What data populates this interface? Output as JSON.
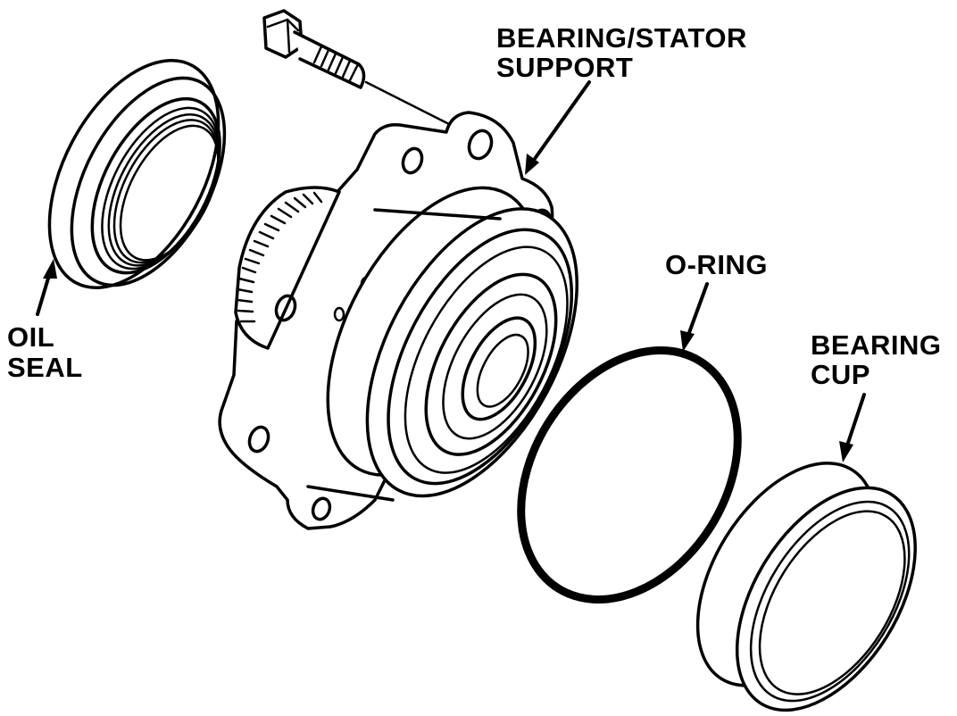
{
  "labels": {
    "oil_seal": [
      "OIL",
      "SEAL"
    ],
    "bearing_stator_support": [
      "BEARING/STATOR",
      "SUPPORT"
    ],
    "o_ring": "O-RING",
    "bearing_cup": [
      "BEARING",
      "CUP"
    ]
  },
  "colors": {
    "line": "#000000",
    "background": "#ffffff"
  }
}
